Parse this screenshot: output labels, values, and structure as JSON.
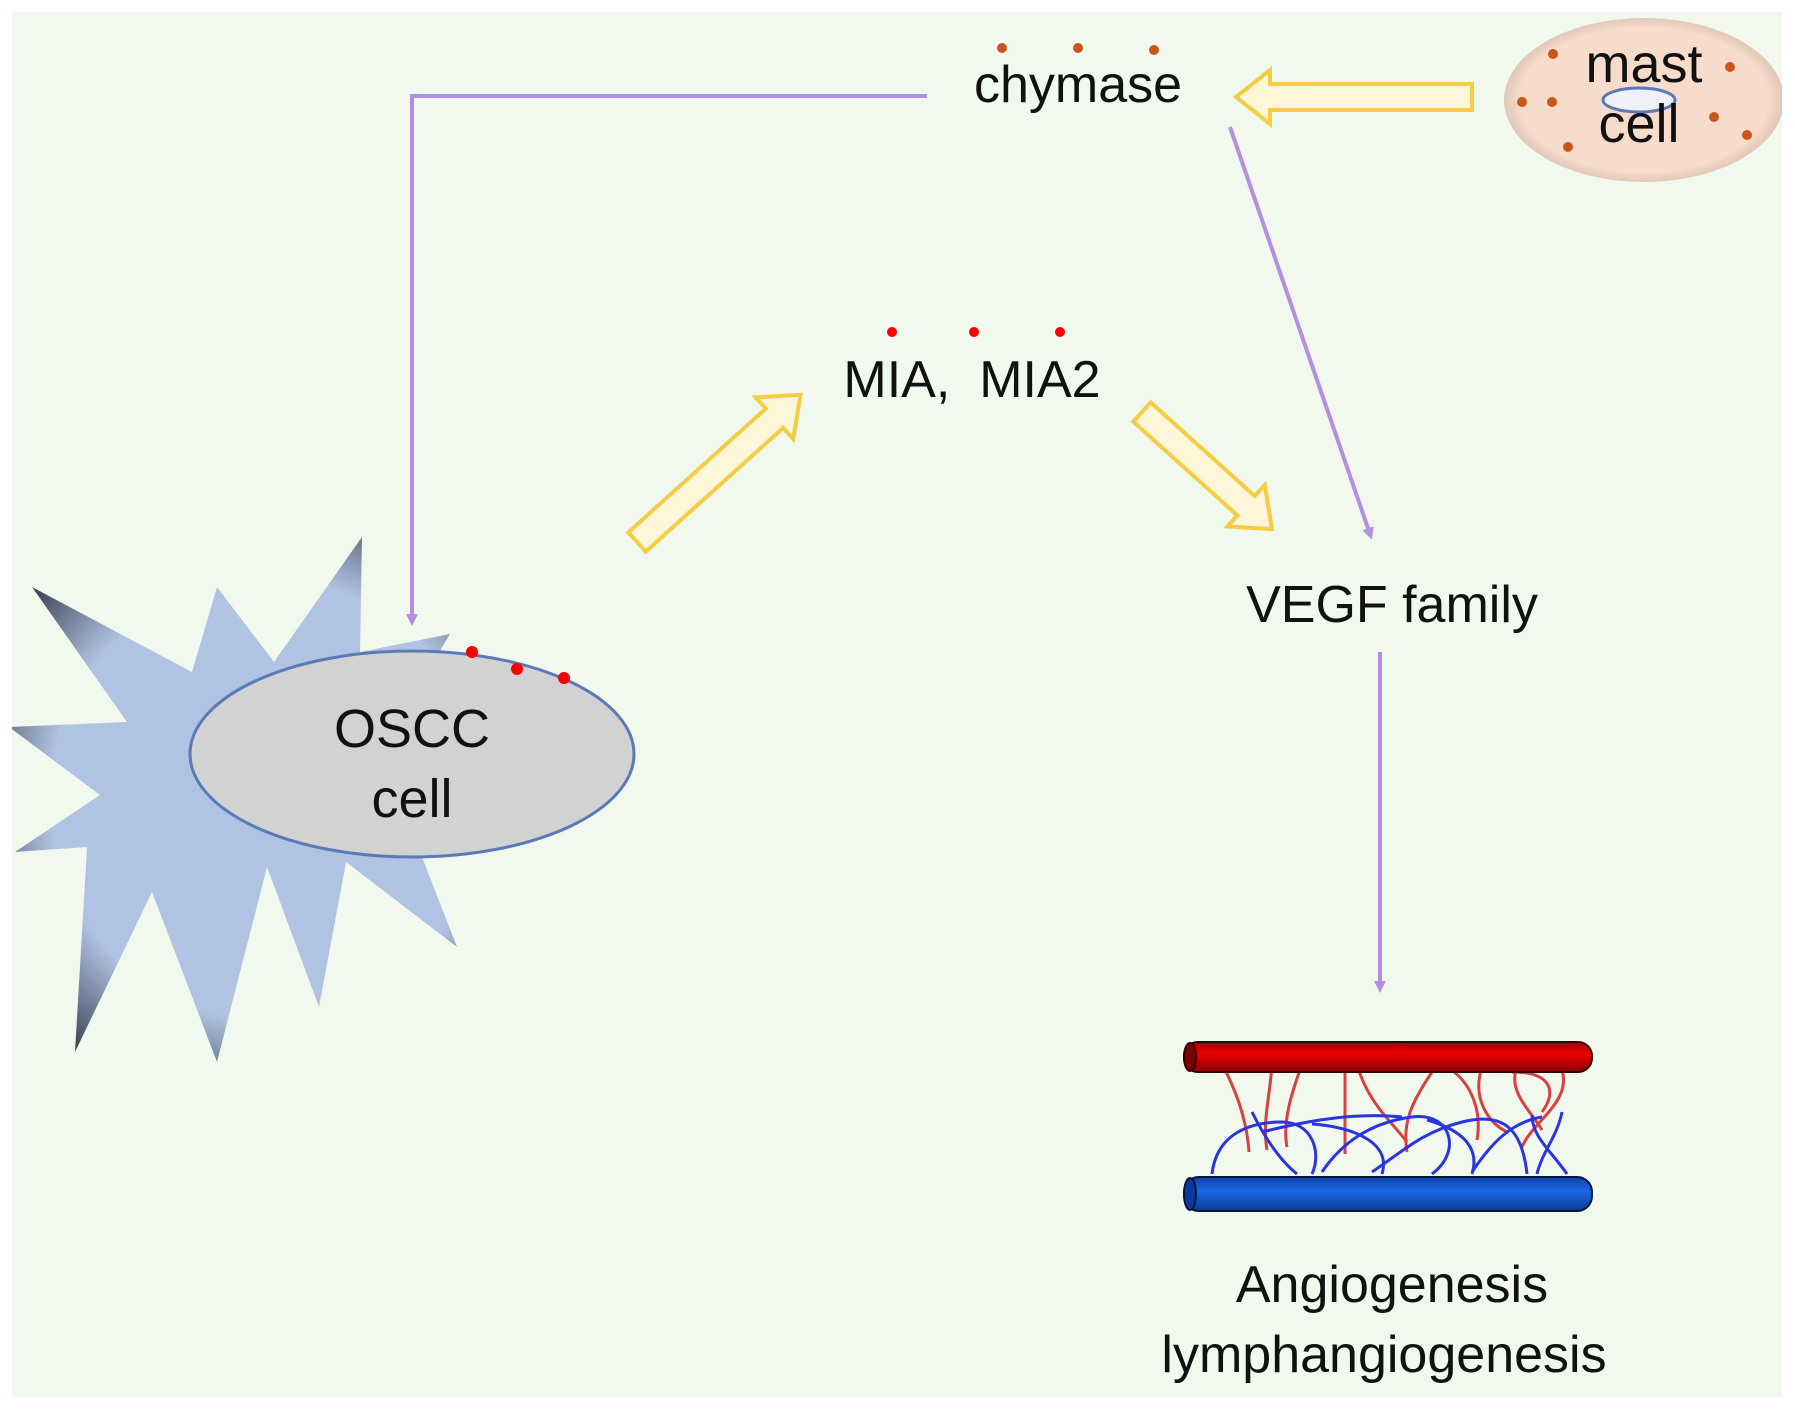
{
  "diagram": {
    "background_color": "#f1f8ee",
    "nodes": {
      "chymase": {
        "label": "chymase"
      },
      "mast_cell": {
        "line1": "mast",
        "line2": "cell"
      },
      "mia": {
        "label": "MIA,  MIA2"
      },
      "vegf": {
        "label": "VEGF family"
      },
      "oscc_cell": {
        "line1": "OSCC",
        "line2": "cell"
      },
      "outcome": {
        "line1": "Angiogenesis",
        "line2": "lymphangiogenesis"
      }
    },
    "edges": [
      {
        "from": "mast_cell",
        "to": "chymase",
        "style": "hollow-yellow"
      },
      {
        "from": "chymase",
        "to": "oscc_cell",
        "style": "purple-line"
      },
      {
        "from": "chymase",
        "to": "vegf",
        "style": "purple-line"
      },
      {
        "from": "oscc_cell",
        "to": "mia",
        "style": "hollow-yellow"
      },
      {
        "from": "mia",
        "to": "vegf",
        "style": "hollow-yellow"
      },
      {
        "from": "vegf",
        "to": "outcome",
        "style": "purple-line"
      }
    ],
    "colors": {
      "purple_arrow": "#b48ee0",
      "yellow_arrow_stroke": "#f5cd45",
      "yellow_arrow_fill": "#fdf6d8",
      "oscc_body": "#b1c3e3",
      "oscc_nucleus": "#d2d2d2",
      "mast_body": "#f8dccb",
      "granule_orange": "#c8561a",
      "granule_red": "#ff0000",
      "artery": "#dd0000",
      "vein": "#1060e0"
    }
  }
}
